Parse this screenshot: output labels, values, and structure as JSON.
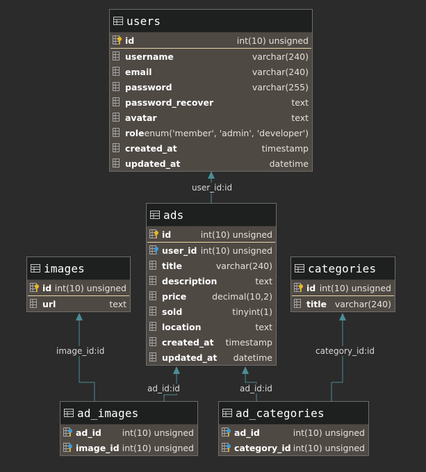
{
  "tables": [
    {
      "name": "users",
      "columns": [
        {
          "name": "id",
          "type": "int(10) unsigned",
          "key": "pk"
        },
        {
          "name": "username",
          "type": "varchar(240)",
          "key": "col"
        },
        {
          "name": "email",
          "type": "varchar(240)",
          "key": "col"
        },
        {
          "name": "password",
          "type": "varchar(255)",
          "key": "col"
        },
        {
          "name": "password_recover",
          "type": "text",
          "key": "col"
        },
        {
          "name": "avatar",
          "type": "text",
          "key": "col"
        },
        {
          "name": "role",
          "type": "enum('member', 'admin', 'developer')",
          "key": "col"
        },
        {
          "name": "created_at",
          "type": "timestamp",
          "key": "col"
        },
        {
          "name": "updated_at",
          "type": "datetime",
          "key": "col"
        }
      ]
    },
    {
      "name": "ads",
      "columns": [
        {
          "name": "id",
          "type": "int(10) unsigned",
          "key": "pk"
        },
        {
          "name": "user_id",
          "type": "int(10) unsigned",
          "key": "fk"
        },
        {
          "name": "title",
          "type": "varchar(240)",
          "key": "col"
        },
        {
          "name": "description",
          "type": "text",
          "key": "col"
        },
        {
          "name": "price",
          "type": "decimal(10,2)",
          "key": "col"
        },
        {
          "name": "sold",
          "type": "tinyint(1)",
          "key": "col"
        },
        {
          "name": "location",
          "type": "text",
          "key": "col"
        },
        {
          "name": "created_at",
          "type": "timestamp",
          "key": "col"
        },
        {
          "name": "updated_at",
          "type": "datetime",
          "key": "col"
        }
      ]
    },
    {
      "name": "images",
      "columns": [
        {
          "name": "id",
          "type": "int(10) unsigned",
          "key": "pk"
        },
        {
          "name": "url",
          "type": "text",
          "key": "col"
        }
      ]
    },
    {
      "name": "categories",
      "columns": [
        {
          "name": "id",
          "type": "int(10) unsigned",
          "key": "pk"
        },
        {
          "name": "title",
          "type": "varchar(240)",
          "key": "col"
        }
      ]
    },
    {
      "name": "ad_images",
      "columns": [
        {
          "name": "ad_id",
          "type": "int(10) unsigned",
          "key": "pkfk"
        },
        {
          "name": "image_id",
          "type": "int(10) unsigned",
          "key": "pkfk"
        }
      ]
    },
    {
      "name": "ad_categories",
      "columns": [
        {
          "name": "ad_id",
          "type": "int(10) unsigned",
          "key": "pkfk"
        },
        {
          "name": "category_id",
          "type": "int(10) unsigned",
          "key": "pkfk"
        }
      ]
    }
  ],
  "relations": [
    {
      "label": "user_id:id",
      "from": "ads",
      "to": "users"
    },
    {
      "label": "image_id:id",
      "from": "ad_images",
      "to": "images"
    },
    {
      "label": "ad_id:id",
      "from": "ad_images",
      "to": "ads"
    },
    {
      "label": "ad_id:id",
      "from": "ad_categories",
      "to": "ads"
    },
    {
      "label": "category_id:id",
      "from": "ad_categories",
      "to": "categories"
    }
  ],
  "colors": {
    "background": "#2b2b2b",
    "table_body": "#4f4944",
    "table_header": "#1e1f1f",
    "connector": "#4b8d96",
    "pk_separator": "#e8d7a6",
    "key_gold": "#e8b923",
    "key_blue": "#3d9bd6"
  },
  "icons": {
    "table": "table-grid-icon",
    "pk": "primary-key-icon",
    "fk": "foreign-key-icon",
    "pkfk": "primary-foreign-key-icon",
    "col": "column-icon"
  }
}
